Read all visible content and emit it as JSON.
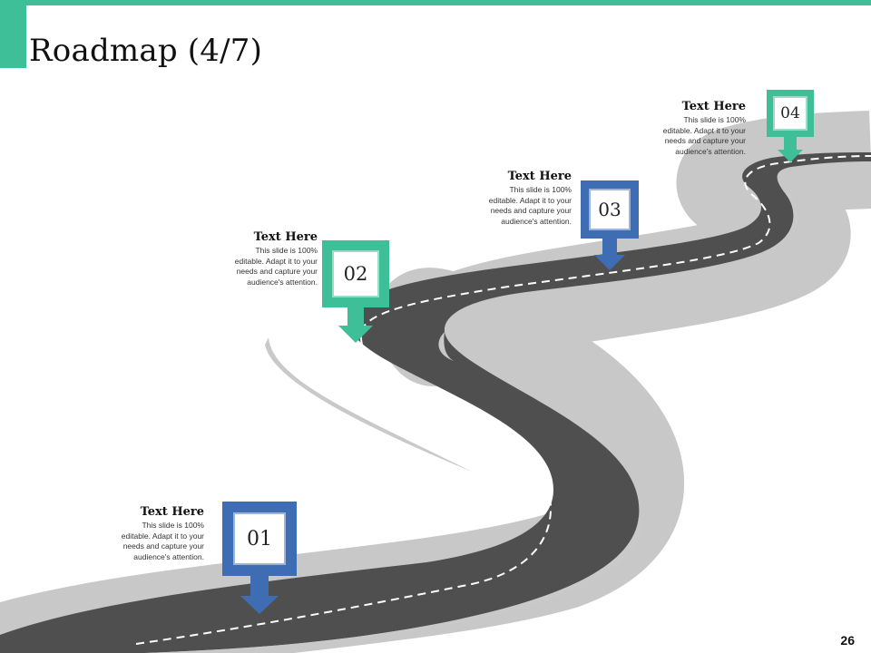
{
  "slide": {
    "title": "Roadmap (4/7)",
    "page_number": "26",
    "accent_color": "#3fbf97",
    "blue_color": "#3f6db3",
    "road_color": "#4d4d4d",
    "road_shadow_color": "#c8c8c8"
  },
  "milestones": [
    {
      "number": "01",
      "heading": "Text Here",
      "body_lines": [
        "This slide is 100%",
        "editable. Adapt it to your",
        "needs and capture your",
        "audience's attention."
      ],
      "color": "blue"
    },
    {
      "number": "02",
      "heading": "Text Here",
      "body_lines": [
        "This slide is 100%",
        "editable. Adapt it to your",
        "needs and capture your",
        "audience's attention."
      ],
      "color": "green"
    },
    {
      "number": "03",
      "heading": "Text Here",
      "body_lines": [
        "This slide is 100%",
        "editable. Adapt it to your",
        "needs and capture your",
        "audience's attention."
      ],
      "color": "blue"
    },
    {
      "number": "04",
      "heading": "Text Here",
      "body_lines": [
        "This slide is 100%",
        "editable. Adapt it to your",
        "needs and capture your",
        "audience's attention."
      ],
      "color": "green"
    }
  ]
}
